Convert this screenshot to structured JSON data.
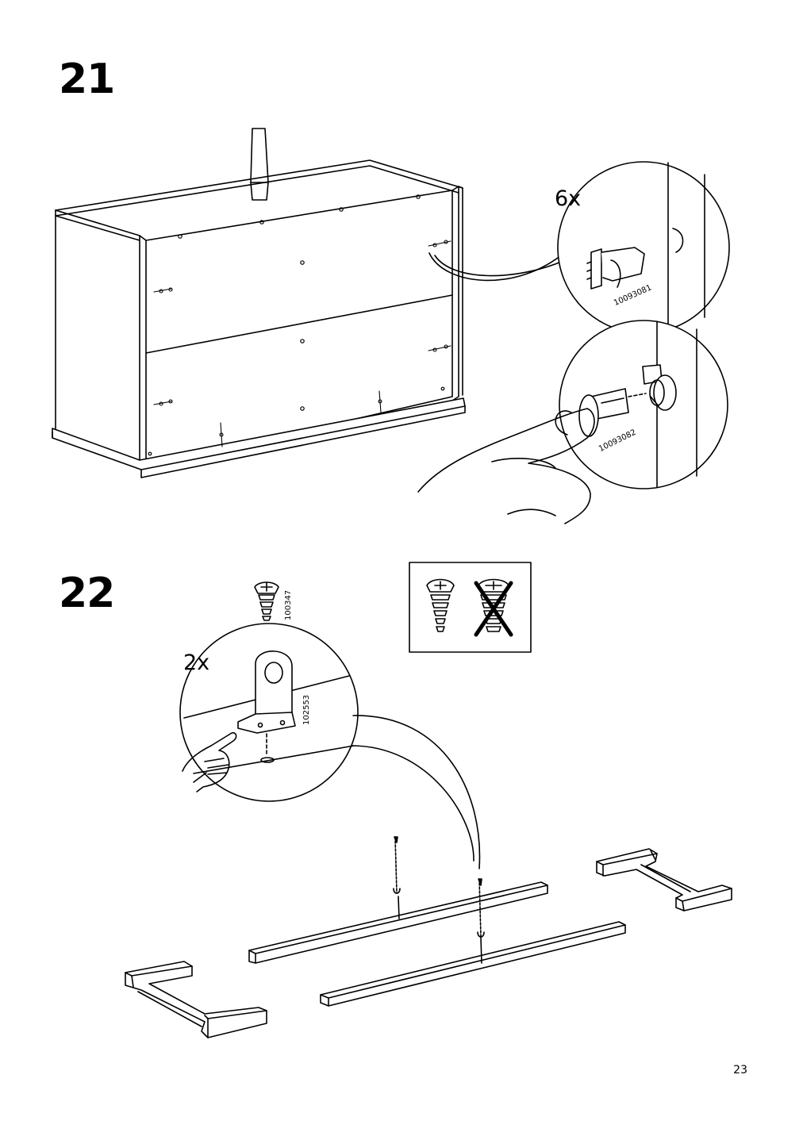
{
  "steps": [
    {
      "number": "21",
      "quantity": "6x",
      "part_codes": [
        "10093081",
        "10093082"
      ]
    },
    {
      "number": "22",
      "quantity": "2x",
      "part_codes": [
        "100347",
        "102553"
      ]
    }
  ],
  "page_number": "23",
  "icons": [
    "dresser-drawing",
    "wall-hook-detail",
    "hand-pressing",
    "bracket-detail",
    "correct-screw-icon",
    "wrong-screw-icon",
    "leg-frame-assembly"
  ]
}
